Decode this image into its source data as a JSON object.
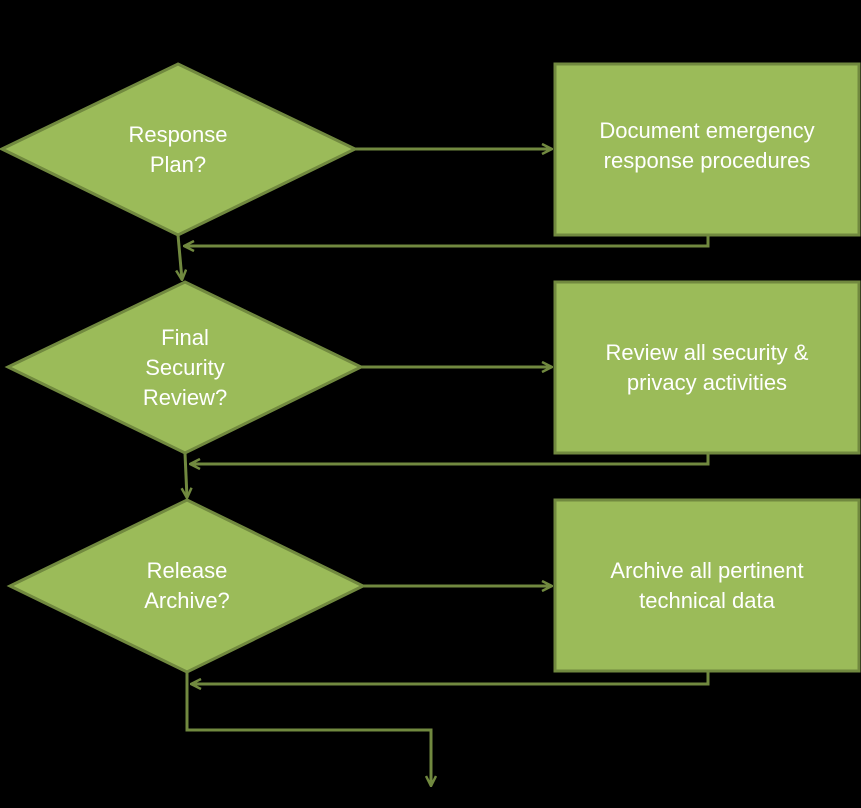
{
  "colors": {
    "background": "#000000",
    "shape_fill": "#9bbb59",
    "shape_stroke": "#71893f",
    "connector": "#71893f",
    "text": "#ffffff"
  },
  "decisions": [
    {
      "label": "Response\nPlan?"
    },
    {
      "label": "Final\nSecurity\nReview?"
    },
    {
      "label": "Release\nArchive?"
    }
  ],
  "actions": [
    {
      "label": "Document emergency\nresponse procedures"
    },
    {
      "label": "Review all security &\nprivacy activities"
    },
    {
      "label": "Archive all pertinent\ntechnical data"
    }
  ]
}
